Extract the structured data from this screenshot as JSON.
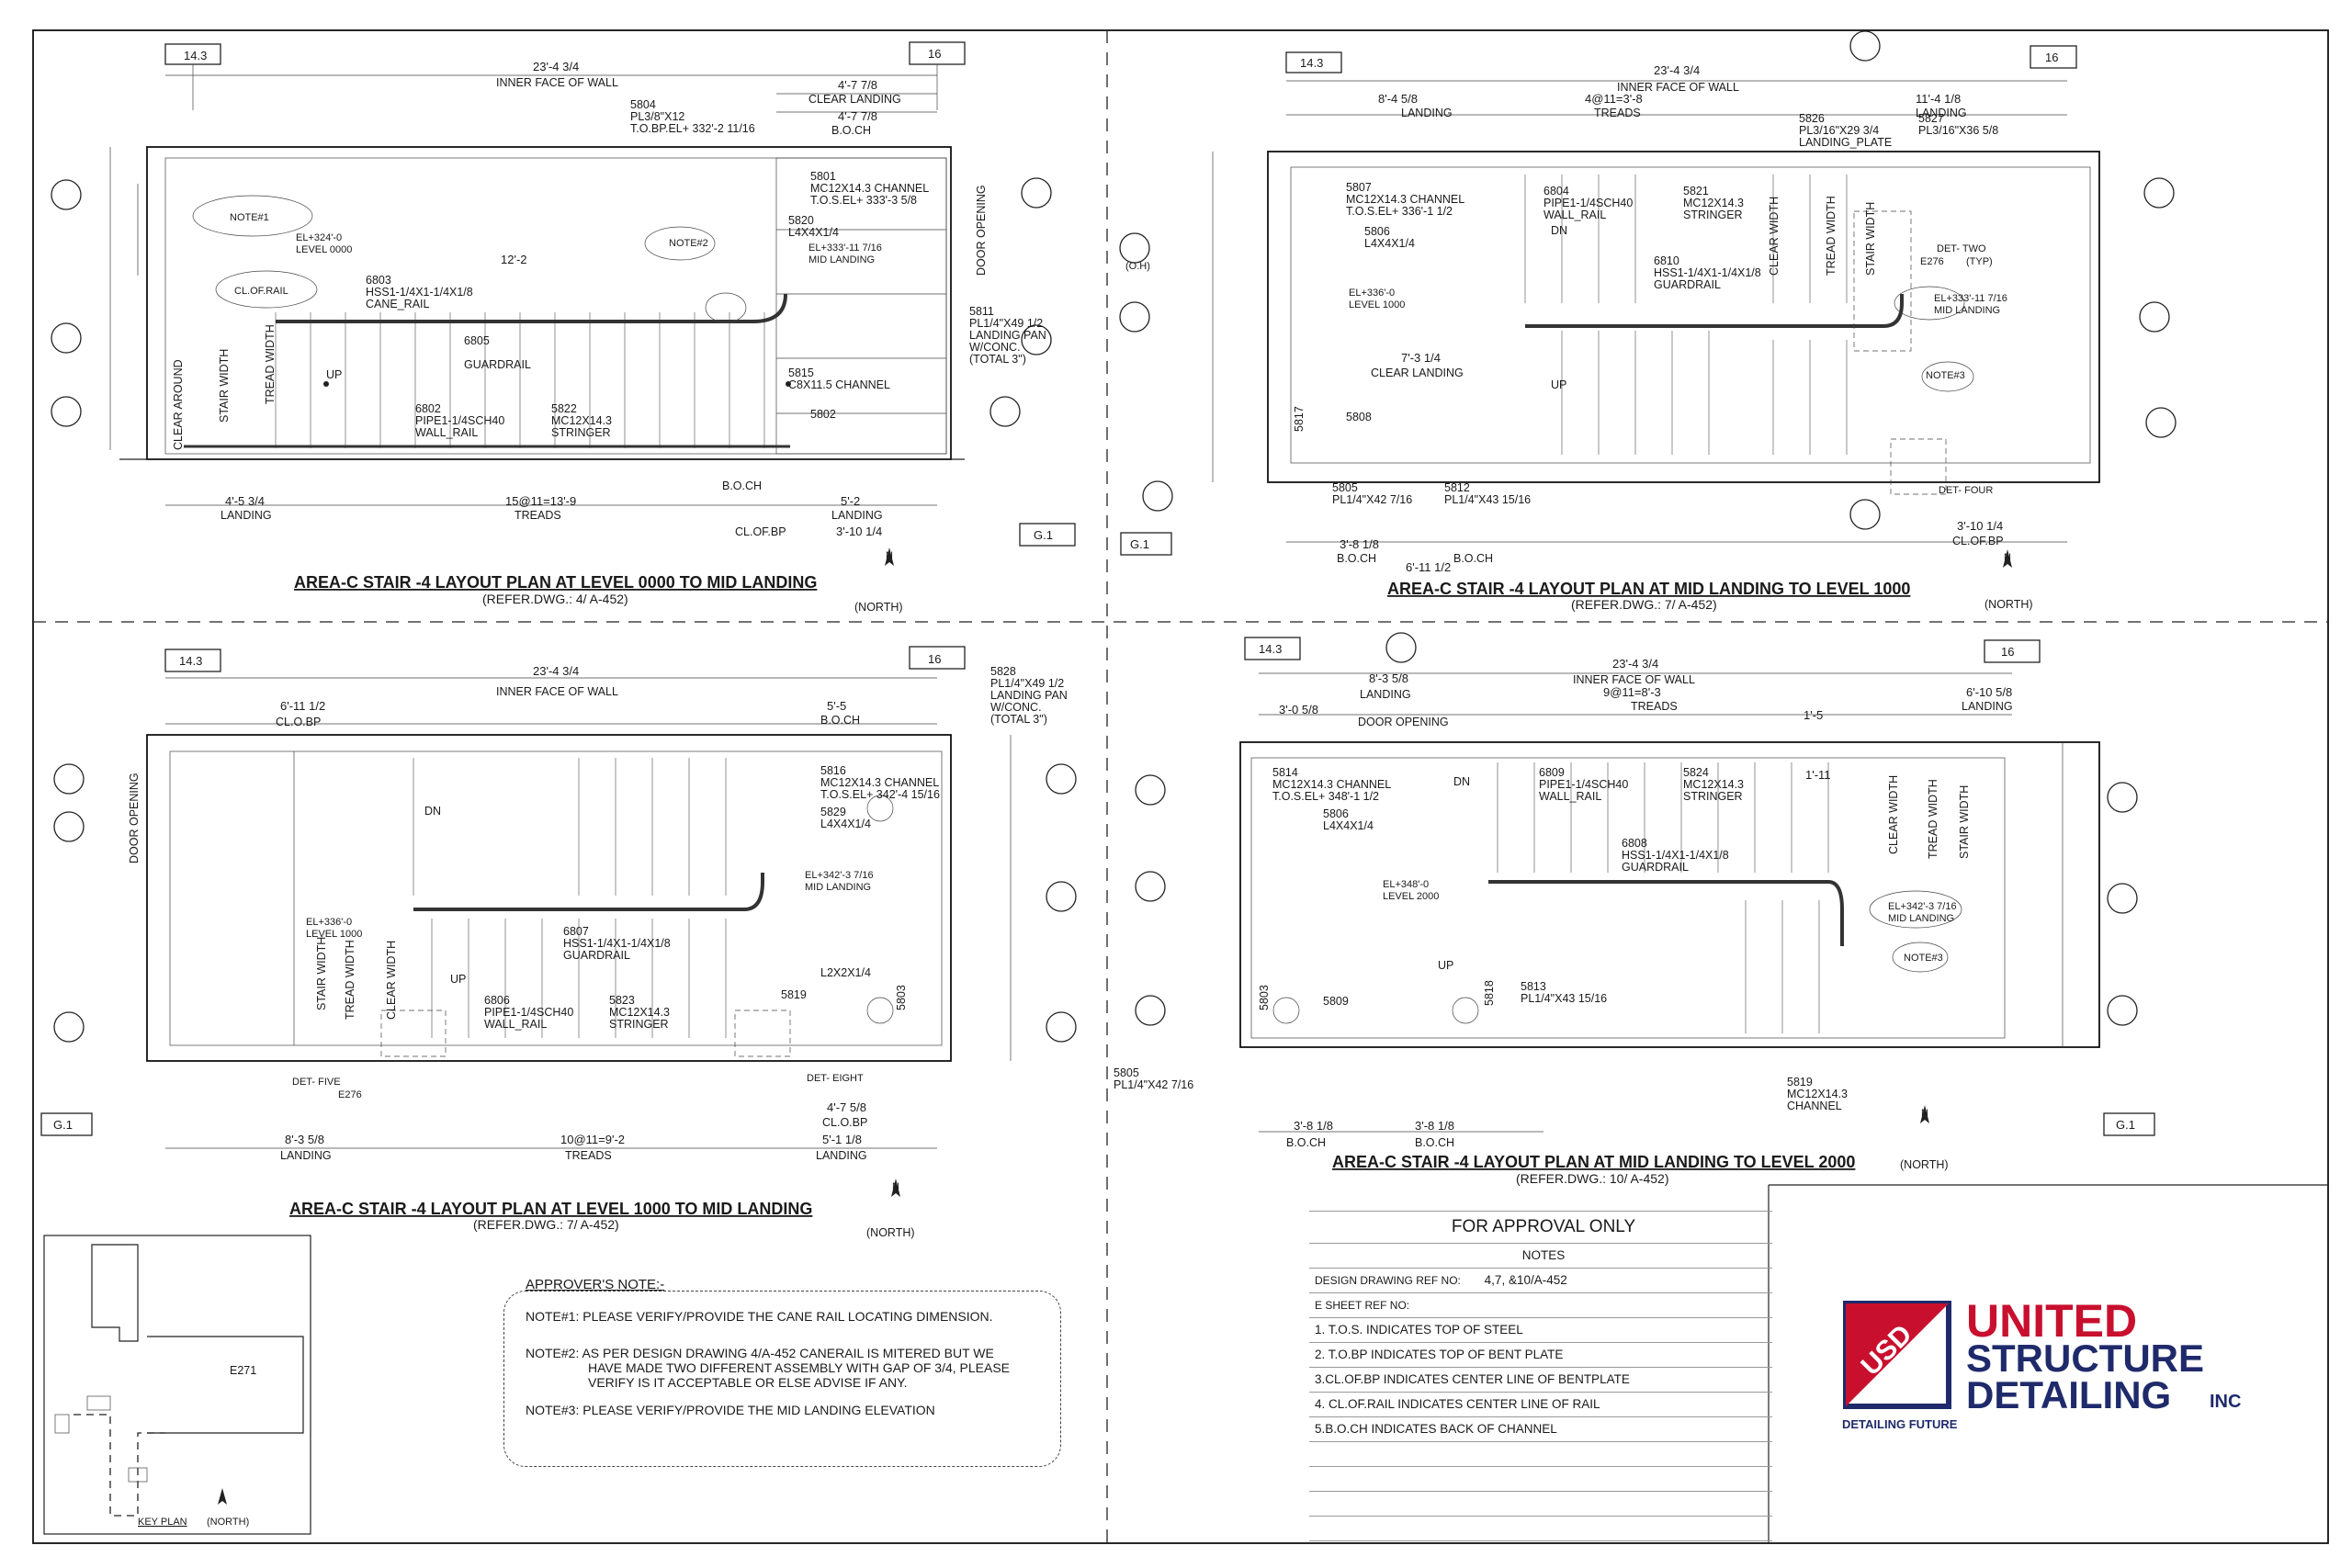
{
  "colors": {
    "ink": "#1a1a1a",
    "brand_red": "#c8102e",
    "brand_navy": "#1f2a6b"
  },
  "plans": [
    {
      "title": "AREA-C STAIR -4 LAYOUT PLAN AT LEVEL 0000 TO  MID LANDING",
      "ref": "(REFER.DWG.:  4/ A-452)",
      "grid_left": "14.3",
      "grid_right": "16",
      "grid_bottom": "G.1",
      "top_dims": [
        "23'-4 3/4",
        "INNER FACE OF WALL",
        "4'-7 7/8",
        "CLEAR LANDING",
        "4'-7 7/8",
        "B.O.CH"
      ],
      "bottom_dims": [
        "4'-5 3/4",
        "LANDING",
        "15@11=13'-9",
        "TREADS",
        "5'-2",
        "LANDING",
        "CL.OF.BP",
        "3'-10 1/4"
      ],
      "notes_clouds": [
        "NOTE#1",
        "NOTE#2",
        "CL.OF.RAIL"
      ],
      "elev": [
        "EL+324'-0",
        "LEVEL 0000",
        "EL+333'-11 7/16",
        "MID LANDING"
      ],
      "labels": [
        "5804",
        "PL3/8\"X12",
        "T.O.BP.EL+ 332'-2 11/16",
        "5801",
        "MC12X14.3 CHANNEL",
        "T.O.S.EL+ 333'-3 5/8",
        "5820",
        "L4X4X1/4",
        "6803",
        "HSS1-1/4X1-1/4X1/8",
        "CANE_RAIL",
        "6805",
        "GUARDRAIL",
        "6802",
        "PIPE1-1/4SCH40",
        "WALL_RAIL",
        "5822",
        "MC12X14.3",
        "STRINGER",
        "5815",
        "C8X11.5 CHANNEL",
        "5802",
        "5811",
        "PL1/4\"X49 1/2",
        "LANDING PAN",
        "W/CONC.",
        "(TOTAL 3\")",
        "DOOR OPENING",
        "STAIR WIDTH",
        "TREAD WIDTH",
        "CLEAR AROUND",
        "UP",
        "B.O.CH",
        "12'-2"
      ]
    },
    {
      "title": "AREA-C STAIR -4 LAYOUT PLAN AT  MID LANDING TO LEVEL 1000",
      "ref": "(REFER.DWG.:  7/ A-452)",
      "grid_left": "14.3",
      "grid_right": "16",
      "grid_bottom": "G.1",
      "top_dims": [
        "23'-4 3/4",
        "INNER FACE OF WALL",
        "8'-4 5/8",
        "LANDING",
        "4@11=3'-8",
        "TREADS",
        "11'-4 1/8",
        "LANDING"
      ],
      "bottom_dims": [
        "3'-8 1/8",
        "B.O.CH",
        "6'-11 1/2",
        "B.O.CH",
        "3'-10 1/4",
        "CL.OF.BP"
      ],
      "notes_clouds": [
        "NOTE#3"
      ],
      "elev": [
        "EL+336'-0",
        "LEVEL 1000",
        "EL+333'-11 7/16",
        "MID LANDING"
      ],
      "labels": [
        "5807",
        "MC12X14.3 CHANNEL",
        "T.O.S.EL+ 336'-1 1/2",
        "5806",
        "L4X4X1/4",
        "6804",
        "PIPE1-1/4SCH40",
        "WALL_RAIL",
        "5821",
        "MC12X14.3",
        "STRINGER",
        "6810",
        "HSS1-1/4X1-1/4X1/8",
        "GUARDRAIL",
        "5826",
        "PL3/16\"X29 3/4",
        "LANDING_PLATE",
        "5827",
        "PL3/16\"X36 5/8",
        "5817",
        "5808",
        "5805",
        "5812",
        "PL1/4\"X42 7/16",
        "PL1/4\"X43 15/16",
        "DET-  TWO",
        "E276",
        "(TYP)",
        "DET-  FOUR",
        "CLEAR LANDING",
        "7'-3 1/4",
        "DN",
        "UP",
        "STAIR WIDTH",
        "TREAD WIDTH",
        "CLEAR WIDTH",
        "(O.H)"
      ]
    },
    {
      "title": "AREA-C STAIR -4 LAYOUT PLAN AT LEVEL 1000 TO  MID LANDING",
      "ref": "(REFER.DWG.:  7/ A-452)",
      "grid_left": "14.3",
      "grid_right": "16",
      "grid_bottom": "G.1",
      "top_dims": [
        "23'-4 3/4",
        "INNER FACE OF WALL",
        "6'-11 1/2",
        "CL.O.BP",
        "5'-5",
        "B.O.CH"
      ],
      "bottom_dims": [
        "8'-3 5/8",
        "LANDING",
        "10@11=9'-2",
        "TREADS",
        "5'-1 1/8",
        "LANDING",
        "4'-7 5/8",
        "CL.O.BP"
      ],
      "notes_clouds": [],
      "elev": [
        "EL+336'-0",
        "LEVEL 1000",
        "EL+342'-3 7/16",
        "MID LANDING"
      ],
      "labels": [
        "5828",
        "PL1/4\"X49 1/2",
        "LANDING PAN",
        "W/CONC.",
        "(TOTAL 3\")",
        "5816",
        "MC12X14.3 CHANNEL",
        "T.O.S.EL+ 342'-4 15/16",
        "5829",
        "L4X4X1/4",
        "6807",
        "HSS1-1/4X1-1/4X1/8",
        "GUARDRAIL",
        "6806",
        "PIPE1-1/4SCH40",
        "WALL_RAIL",
        "5823",
        "MC12X14.3",
        "STRINGER",
        "5819",
        "L2X2X1/4",
        "5803",
        "DET-  FIVE",
        "DET-  EIGHT",
        "E276",
        "DN",
        "UP",
        "DOOR OPENING",
        "STAIR WIDTH",
        "TREAD WIDTH",
        "CLEAR WIDTH"
      ]
    },
    {
      "title": "AREA-C STAIR -4 LAYOUT PLAN AT  MID LANDING TO LEVEL 2000",
      "ref": "(REFER.DWG.:  10/ A-452)",
      "grid_left": "14.3",
      "grid_right": "16",
      "grid_bottom": "G.1",
      "top_dims": [
        "23'-4 3/4",
        "INNER FACE OF WALL",
        "8'-3 5/8",
        "LANDING",
        "9@11=8'-3",
        "TREADS",
        "6'-10 5/8",
        "LANDING"
      ],
      "bottom_dims": [
        "3'-8 1/8",
        "B.O.CH",
        "3'-8 1/8",
        "B.O.CH"
      ],
      "notes_clouds": [
        "NOTE#3"
      ],
      "elev": [
        "EL+348'-0",
        "LEVEL 2000",
        "EL+342'-3 7/16",
        "MID LANDING"
      ],
      "labels": [
        "5814",
        "MC12X14.3 CHANNEL",
        "T.O.S.EL+ 348'-1 1/2",
        "5806",
        "L4X4X1/4",
        "6809",
        "PIPE1-1/4SCH40",
        "WALL_RAIL",
        "5824",
        "MC12X14.3",
        "STRINGER",
        "6808",
        "HSS1-1/4X1-1/4X1/8",
        "GUARDRAIL",
        "5803",
        "5818",
        "5809",
        "5813",
        "PL1/4\"X43 15/16",
        "5805",
        "PL1/4\"X42 7/16",
        "5819",
        "MC12X14.3",
        "CHANNEL",
        "DOOR OPENING",
        "3'-0 5/8",
        "1'-5",
        "1'-11",
        "DN",
        "UP",
        "STAIR WIDTH",
        "TREAD WIDTH",
        "CLEAR WIDTH"
      ]
    }
  ],
  "north_label": "(NORTH)",
  "north_letter": "N",
  "approver": {
    "heading": "APPROVER'S NOTE:-",
    "note1": "NOTE#1: PLEASE VERIFY/PROVIDE THE CANE RAIL LOCATING DIMENSION.",
    "note2_l1": "NOTE#2: AS PER DESIGN DRAWING 4/A-452 CANERAIL IS MITERED BUT WE",
    "note2_l2": "HAVE MADE TWO DIFFERENT ASSEMBLY  WITH GAP OF 3/4, PLEASE",
    "note2_l3": "VERIFY IS IT ACCEPTABLE OR ELSE ADVISE IF ANY.",
    "note3": "NOTE#3: PLEASE VERIFY/PROVIDE THE MID LANDING ELEVATION"
  },
  "keyplan": {
    "label": "KEY PLAN",
    "north": "(NORTH)",
    "tag": "E271"
  },
  "legend": {
    "approval": "FOR APPROVAL ONLY",
    "notes": "NOTES",
    "design_ref_label": "DESIGN DRAWING REF NO:",
    "design_ref_value": "4,7, &10/A-452",
    "esheet_label": "E SHEET REF NO:",
    "items": [
      "1. T.O.S. INDICATES TOP OF STEEL",
      "2. T.O.BP INDICATES TOP OF BENT PLATE",
      "3.CL.OF.BP INDICATES CENTER LINE OF BENTPLATE",
      "4. CL.OF.RAIL INDICATES CENTER LINE OF RAIL",
      "5.B.O.CH INDICATES BACK OF CHANNEL"
    ]
  },
  "logo": {
    "badge": "USD",
    "line1": "UNITED",
    "line2": "STRUCTURE",
    "line3": "DETAILING",
    "suffix": "INC",
    "tagline": "DETAILING FUTURE"
  }
}
